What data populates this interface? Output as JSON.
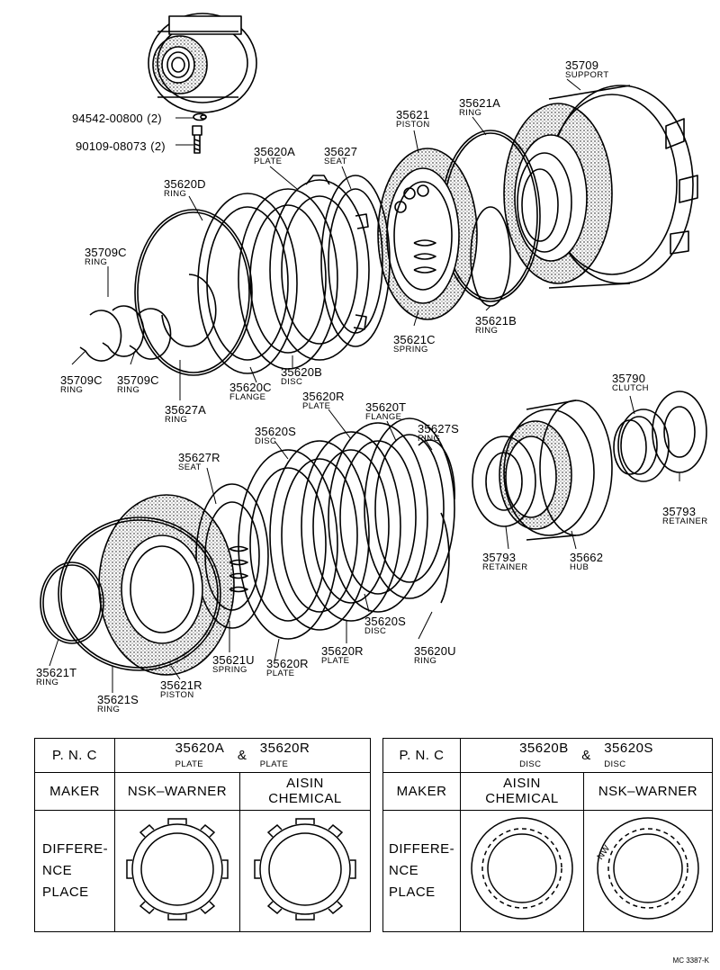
{
  "parts": [
    {
      "id": "94542-00800",
      "qty": "(2)"
    },
    {
      "id": "90109-08073",
      "qty": "(2)"
    },
    {
      "id": "35709",
      "name": "SUPPORT"
    },
    {
      "id": "35621A",
      "name": "RING"
    },
    {
      "id": "35621",
      "name": "PISTON"
    },
    {
      "id": "35620A",
      "name": "PLATE"
    },
    {
      "id": "35627",
      "name": "SEAT"
    },
    {
      "id": "35620D",
      "name": "RING"
    },
    {
      "id": "35709C",
      "name": "RING"
    },
    {
      "id": "35621B",
      "name": "RING"
    },
    {
      "id": "35621C",
      "name": "SPRING"
    },
    {
      "id": "35709C",
      "name": "RING"
    },
    {
      "id": "35709C",
      "name": "RING"
    },
    {
      "id": "35620C",
      "name": "FLANGE"
    },
    {
      "id": "35620B",
      "name": "DISC"
    },
    {
      "id": "35627A",
      "name": "RING"
    },
    {
      "id": "35620R",
      "name": "PLATE"
    },
    {
      "id": "35620T",
      "name": "FLANGE"
    },
    {
      "id": "35627S",
      "name": "RING"
    },
    {
      "id": "35620S",
      "name": "DISC"
    },
    {
      "id": "35627R",
      "name": "SEAT"
    },
    {
      "id": "35790",
      "name": "CLUTCH"
    },
    {
      "id": "35793",
      "name": "RETAINER"
    },
    {
      "id": "35793",
      "name": "RETAINER"
    },
    {
      "id": "35662",
      "name": "HUB"
    },
    {
      "id": "35620S",
      "name": "DISC"
    },
    {
      "id": "35620R",
      "name": "PLATE"
    },
    {
      "id": "35620U",
      "name": "RING"
    },
    {
      "id": "35621U",
      "name": "SPRING"
    },
    {
      "id": "35620R",
      "name": "PLATE"
    },
    {
      "id": "35621T",
      "name": "RING"
    },
    {
      "id": "35621R",
      "name": "PISTON"
    },
    {
      "id": "35621S",
      "name": "RING"
    }
  ],
  "table_left": {
    "pnc_label": "P. N. C",
    "pnc_a": "35620A",
    "pnc_a_sub": "PLATE",
    "amp": "&",
    "pnc_b": "35620R",
    "pnc_b_sub": "PLATE",
    "maker_label": "MAKER",
    "maker_1": "NSK–WARNER",
    "maker_2a": "AISIN",
    "maker_2b": "CHEMICAL",
    "diff_1": "DIFFERE-",
    "diff_2": "NCE",
    "diff_3": "PLACE"
  },
  "table_right": {
    "pnc_label": "P. N. C",
    "pnc_a": "35620B",
    "pnc_a_sub": "DISC",
    "amp": "&",
    "pnc_b": "35620S",
    "pnc_b_sub": "DISC",
    "maker_label": "MAKER",
    "maker_1a": "AISIN",
    "maker_1b": "CHEMICAL",
    "maker_2": "NSK–WARNER",
    "diff_1": "DIFFERE-",
    "diff_2": "NCE",
    "diff_3": "PLACE",
    "mark": "NW"
  },
  "footer_code": "MC 3387-K"
}
